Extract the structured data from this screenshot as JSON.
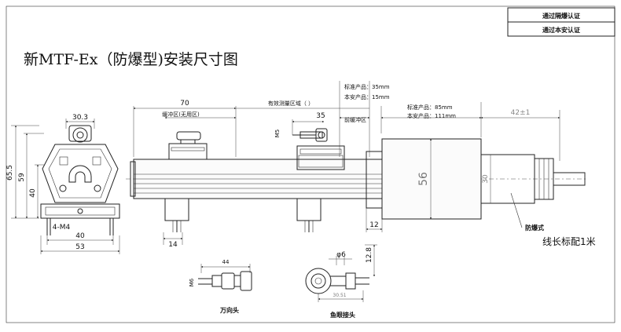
{
  "cert_box": {
    "line1": "通过隔爆认证",
    "line2": "通过本安认证"
  },
  "title": "新MTF-Ex（防爆型)安装尺寸图",
  "end_view": {
    "width_top": "30.3",
    "height_total": "65.5",
    "height_59": "59",
    "height_40": "40",
    "screw": "4-M4",
    "width_40": "40",
    "width_53": "53"
  },
  "side_view": {
    "dim_70": "70",
    "measure_zone": "有效测量区域（    ）",
    "buffer_left": "缓冲区(无用区)",
    "standard_35": "标准产品：35mm",
    "intrinsic_15": "本安产品：15mm",
    "buffer_right": "前缓冲区",
    "standard_85": "标准产品：85mm",
    "intrinsic_111": "本安产品：111mm",
    "dim_35": "35",
    "m5": "M5",
    "dia_56": "56",
    "dim_30": "30",
    "dim_42": "42±1",
    "dim_12": "12",
    "dim_14": "14",
    "explosion_proof": "防爆式",
    "cable_note": "线长标配1米"
  },
  "universal_joint": {
    "dim_44": "44",
    "m6": "M6",
    "label": "万向头"
  },
  "rod_end": {
    "dia_6": "φ6",
    "dim_12_8": "12.8",
    "dim_30_51": "30.51",
    "label": "鱼眼接头"
  }
}
